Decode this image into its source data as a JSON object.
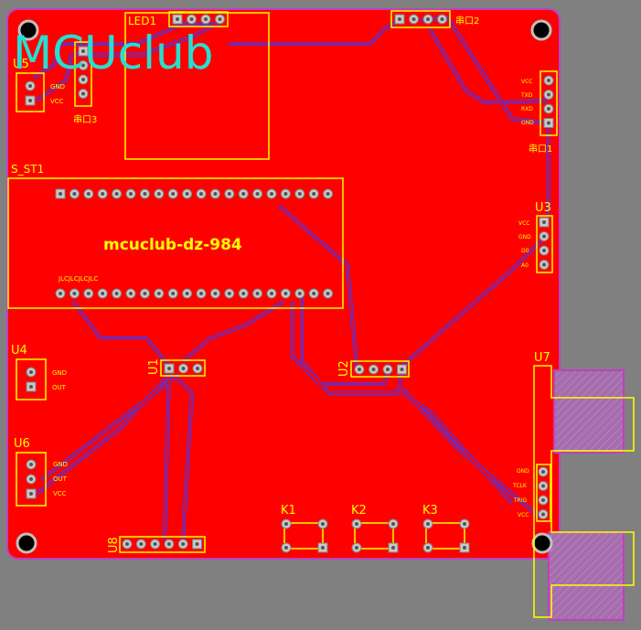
{
  "logo": "MCUclub",
  "board_title": "mcuclub-dz-984",
  "components": {
    "led1": "LED1",
    "s_st1": "S_ST1",
    "u5": "U5",
    "u4": "U4",
    "u6": "U6",
    "u3": "U3",
    "u7": "U7",
    "u2": "U2",
    "u1": "U1",
    "u8": "U8",
    "k1": "K1",
    "k2": "K2",
    "k3": "K3",
    "port1": "串口1",
    "port2": "串口2",
    "port3": "串口3"
  },
  "pin_labels": {
    "u5": [
      "GND",
      "VCC"
    ],
    "u4": [
      "GND",
      "OUT"
    ],
    "u6": [
      "GND",
      "OUT",
      "VCC"
    ],
    "u3": [
      "VCC",
      "GND",
      "D0",
      "A0"
    ],
    "u7": [
      "GND",
      "TCLK",
      "TRIG",
      "VCC"
    ],
    "port1": [
      "VCC",
      "TXD",
      "RXD",
      "GND"
    ],
    "s_st1_bottom": "JLCJLCJLCJLC"
  },
  "colors": {
    "board": "#ff0000",
    "silkscreen": "#ffff00",
    "pad": "#c0c0c0",
    "trace_outline": "#3b3bff",
    "logo": "#25e0d0",
    "keepout": "#c040c0"
  }
}
